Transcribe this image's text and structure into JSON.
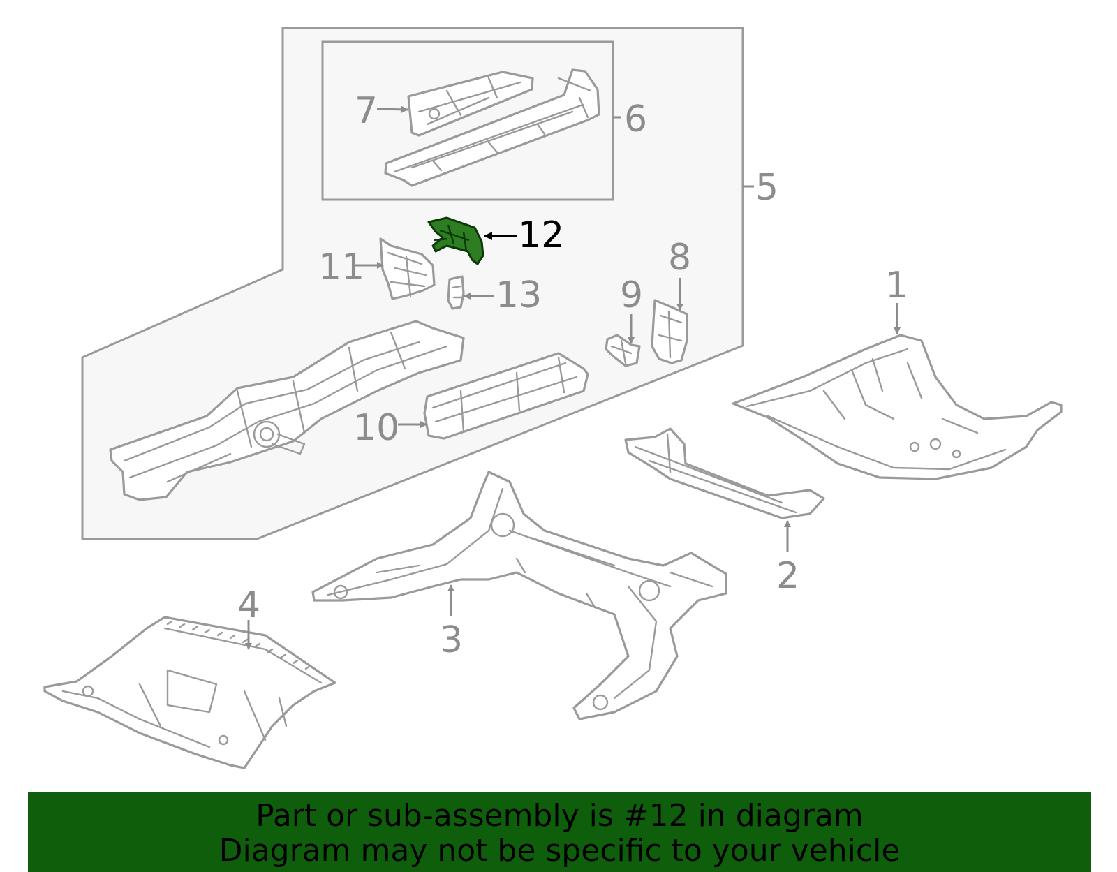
{
  "callouts": {
    "c1": "1",
    "c2": "2",
    "c3": "3",
    "c4": "4",
    "c5": "5",
    "c6": "6",
    "c7": "7",
    "c8": "8",
    "c9": "9",
    "c10": "10",
    "c11": "11",
    "c12": "12",
    "c13": "13"
  },
  "highlighted_part": "12",
  "colors": {
    "highlight_part": "#2e7d22",
    "banner_background": "#0f5e0c",
    "assembly_panel": "#f7f7f7",
    "outline": "#9a9a9a"
  },
  "banner": {
    "line1": "Part or sub-assembly is #12 in diagram",
    "line2": "Diagram may not be specific to your vehicle"
  }
}
